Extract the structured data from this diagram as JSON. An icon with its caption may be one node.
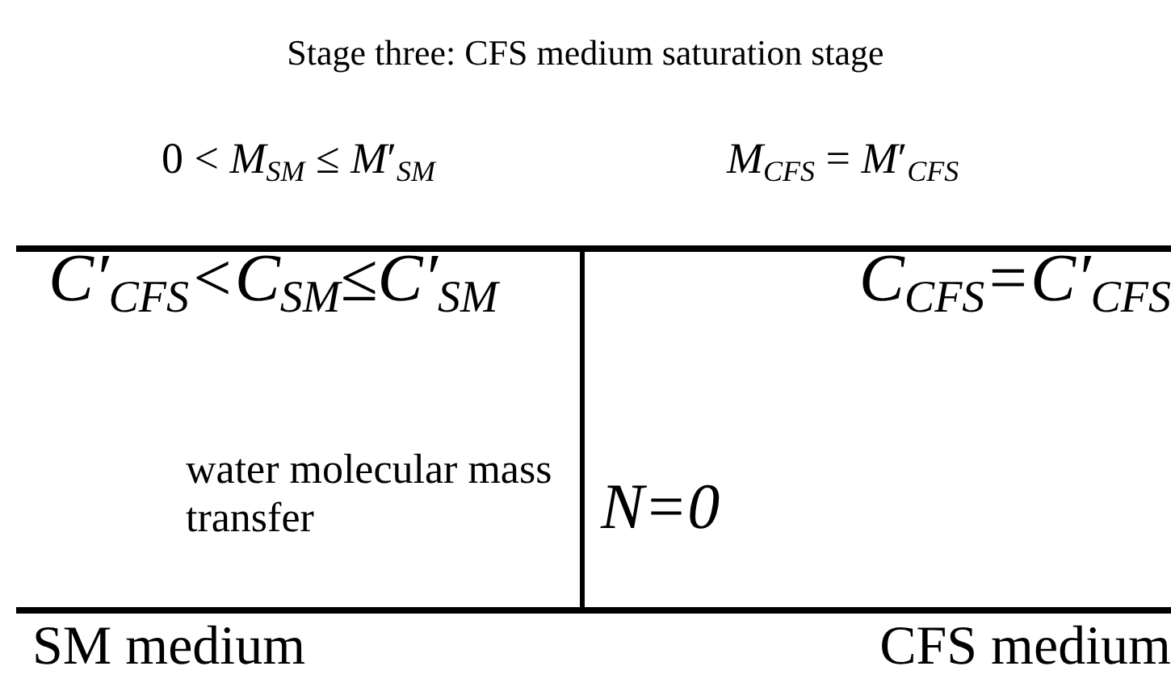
{
  "diagram": {
    "title": "Stage three: CFS medium saturation stage",
    "nodes": [
      {
        "text": [
          "C′$_{CFS}$<C$_{SM}$≤C′$_{SM}$",
          "water molecular mass transfer"
        ],
        "beside": [
          "SM medium"
        ]
      },
      {
        "text": [
          "C$_{CFS}$=C′$_{CFS}$",
          "N=0"
        ],
        "beside": [
          "CFS medium"
        ]
      }
    ],
    "labels": [
      "0 < *M*$_{SM}$ ≤ *M*′$_{SM}$",
      "*M*$_{CFS}$ = *M*′$_{CFS}$"
    ]
  }
}
